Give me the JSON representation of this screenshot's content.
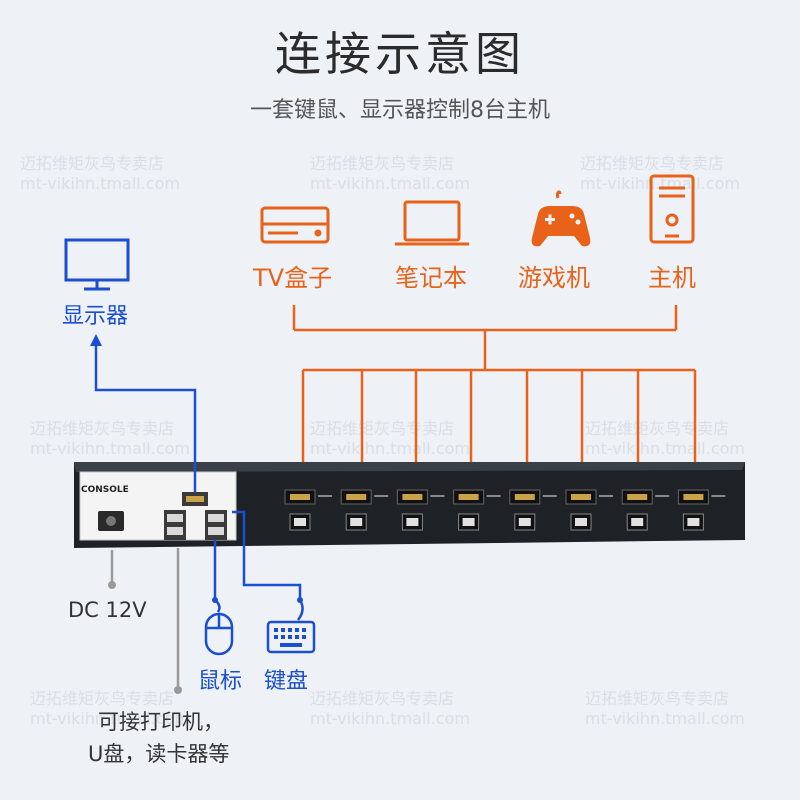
{
  "title": "连接示意图",
  "subtitle": "一套键鼠、显示器控制8台主机",
  "devices": {
    "tv_box": "TV盒子",
    "laptop": "笔记本",
    "gamepad": "游戏机",
    "host": "主机"
  },
  "console": {
    "monitor": "显示器",
    "mouse": "鼠标",
    "keyboard": "键盘",
    "power": "DC 12V",
    "usb_devices_line1": "可接打印机，",
    "usb_devices_line2": "U盘，读卡器等"
  },
  "kvm": {
    "console_label": "CONSOLE",
    "port_count": 8
  },
  "watermark": {
    "shop": "迈拓维矩灰鸟专卖店",
    "url": "mt-vikihn.tmall.com"
  },
  "colors": {
    "orange": "#e8621a",
    "blue": "#1a4fd0",
    "gray": "#9a9a9a",
    "device_body": "#1e2226"
  },
  "icons": [
    "tv-box-icon",
    "laptop-icon",
    "gamepad-icon",
    "pc-tower-icon",
    "monitor-icon",
    "mouse-icon",
    "keyboard-icon"
  ]
}
